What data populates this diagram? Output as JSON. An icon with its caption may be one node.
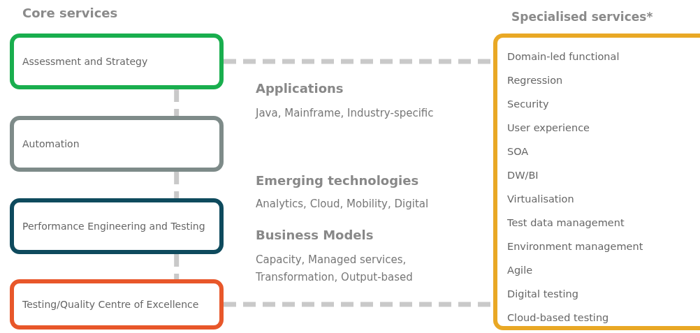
{
  "diagram": {
    "title": "Core services",
    "nodes": [
      {
        "text": [
          "Assessment and Strategy"
        ]
      },
      {
        "text": [
          "Automation"
        ]
      },
      {
        "text": [
          "Performance Engineering and Testing"
        ]
      },
      {
        "text": [
          "Testing/Quality Centre of Excellence"
        ]
      },
      {
        "text": [
          "Specialised services*",
          "Domain-led functional",
          "Regression",
          "Security",
          "User experience",
          "SOA",
          "DW/BI",
          "Virtualisation",
          "Test data management",
          "Environment management",
          "Agile",
          "Digital testing",
          "Cloud-based testing"
        ]
      }
    ],
    "edges": [
      {
        "from": 0,
        "to": 1,
        "arrow": "none",
        "style": "dashed"
      },
      {
        "from": 1,
        "to": 2,
        "arrow": "none",
        "style": "dashed"
      },
      {
        "from": 2,
        "to": 3,
        "arrow": "none",
        "style": "dashed"
      },
      {
        "from": 0,
        "to": 4,
        "arrow": "none",
        "style": "dashed"
      },
      {
        "from": 3,
        "to": 4,
        "arrow": "none",
        "style": "dashed"
      }
    ],
    "labels": [
      "Applications",
      "Java, Mainframe, Industry-specific",
      "Emerging technologies",
      "Analytics, Cloud, Mobility, Digital",
      "Business Models",
      "Capacity, Managed services, Transformation, Output-based"
    ]
  }
}
